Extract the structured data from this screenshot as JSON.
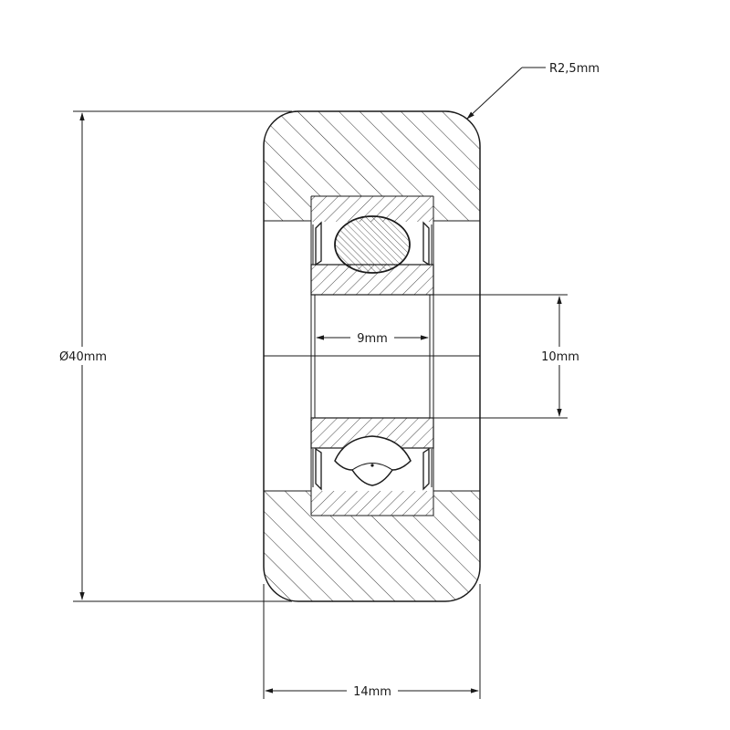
{
  "dimensions": {
    "outer_diameter": "Ø40mm",
    "width": "14mm",
    "bore": "10mm",
    "inner_width": "9mm",
    "radius": "R2,5mm"
  },
  "colors": {
    "line": "#1a1a1a",
    "background": "#ffffff"
  }
}
